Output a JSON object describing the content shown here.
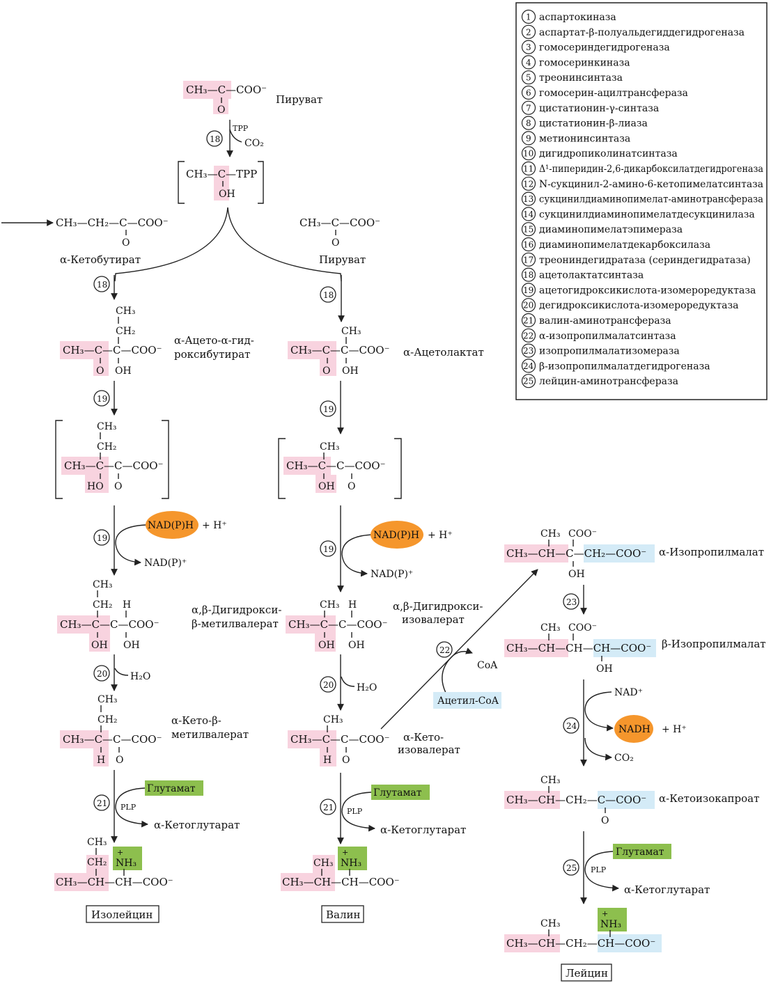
{
  "legend": [
    {
      "num": "1",
      "text": "аспартокиназа"
    },
    {
      "num": "2",
      "text": "аспартат-β-полуальдегиддегидрогеназа"
    },
    {
      "num": "3",
      "text": "гомосериндегидрогеназа"
    },
    {
      "num": "4",
      "text": "гомосеринкиназа"
    },
    {
      "num": "5",
      "text": "треонинсинтаза"
    },
    {
      "num": "6",
      "text": "гомосерин-ацилтрансфераза"
    },
    {
      "num": "7",
      "text": "цистатионин-γ-синтаза"
    },
    {
      "num": "8",
      "text": "цистатионин-β-лиаза"
    },
    {
      "num": "9",
      "text": "метионинсинтаза"
    },
    {
      "num": "10",
      "text": "дигидропиколинатсинтаза"
    },
    {
      "num": "11",
      "text": "Δ¹-пиперидин-2,6-дикарбоксилатдегидрогеназа"
    },
    {
      "num": "12",
      "text": "N-сукцинил-2-амино-6-кетопимелатсинтаза"
    },
    {
      "num": "13",
      "text": "сукцинилдиаминопимелат-аминотрансфераза"
    },
    {
      "num": "14",
      "text": "сукцинилдиаминопимелатдесукцинилаза"
    },
    {
      "num": "15",
      "text": "диаминопимелатэпимераза"
    },
    {
      "num": "16",
      "text": "диаминопимелатдекарбоксилаза"
    },
    {
      "num": "17",
      "text": "треониндегидратаза (сериндегидратаза)"
    },
    {
      "num": "18",
      "text": "ацетолактатсинтаза"
    },
    {
      "num": "19",
      "text": "ацетогидроксикислота-изомероредуктаза"
    },
    {
      "num": "20",
      "text": "дегидроксикислота-изомероредуктаза"
    },
    {
      "num": "21",
      "text": "валин-аминотрансфераза"
    },
    {
      "num": "22",
      "text": "α-изопропилмалатсинтаза"
    },
    {
      "num": "23",
      "text": "изопропилмалатизомераза"
    },
    {
      "num": "24",
      "text": "β-изопропилмалатдегидрогеназа"
    },
    {
      "num": "25",
      "text": "лейцин-аминотрансфераза"
    }
  ],
  "compounds": {
    "pyruvate": "Пируват",
    "ketobutyrate": "α-Кетобутират",
    "acetohydroxybutyrate_1": "α-Ацето-α-гид-",
    "acetohydroxybutyrate_2": "роксибутират",
    "acetolactate": "α-Ацетолактат",
    "dihydroxymethylvalerate_1": "α,β-Дигидрокси-",
    "dihydroxymethylvalerate_2": "β-метилвалерат",
    "dihydroxyisovalerate_1": "α,β-Дигидрокси-",
    "dihydroxyisovalerate_2": "изовалерат",
    "ketomethylvalerate_1": "α-Кето-β-",
    "ketomethylvalerate_2": "метилвалерат",
    "ketoisovalerate_1": "α-Кето-",
    "ketoisovalerate_2": "изовалерат",
    "isopropylmalate_a": "α-Изопропилмалат",
    "isopropylmalate_b": "β-Изопропилмалат",
    "ketoisocaproate": "α-Кетоизокапроат",
    "isoleucine": "Изолейцин",
    "valine": "Валин",
    "leucine": "Лейцин"
  },
  "cofactors": {
    "tpp": "TPP",
    "co2": "CO₂",
    "nadph": "NAD(P)H",
    "hplus": "+ H⁺",
    "nadp": "NAD(P)⁺",
    "h2o": "H₂O",
    "glutamate": "Глутамат",
    "plp": "PLP",
    "ketoglutarate": "α-Кетоглутарат",
    "coa": "CoA",
    "acetylcoa": "Ацетил-CoA",
    "nad": "NAD⁺",
    "nadh": "NADH"
  },
  "colors": {
    "pink": "#f8d3df",
    "blue": "#d4ebf7",
    "green": "#8dbf4e",
    "orange": "#f5962c"
  }
}
